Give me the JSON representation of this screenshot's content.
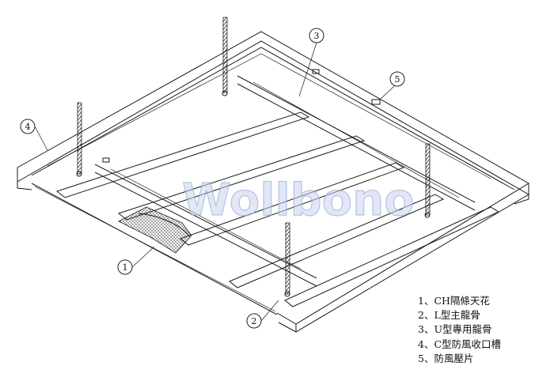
{
  "watermark": "Wollbono",
  "callouts": {
    "c1": "1",
    "c2": "2",
    "c3": "3",
    "c4": "4",
    "c5": "5"
  },
  "legend": [
    "1、CH隔條天花",
    "2、L型主龍骨",
    "3、U型專用龍骨",
    "4、C型防風收口槽",
    "5、防風壓片"
  ]
}
